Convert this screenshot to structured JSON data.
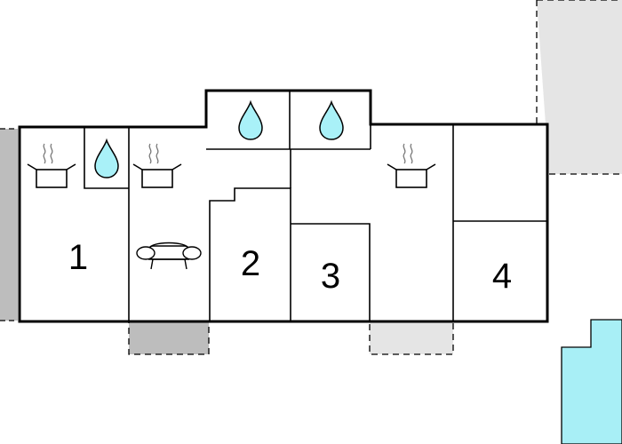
{
  "floorplan": {
    "rooms": [
      {
        "id": "room-1",
        "label": "1"
      },
      {
        "id": "room-2",
        "label": "2"
      },
      {
        "id": "room-3",
        "label": "3"
      },
      {
        "id": "room-4",
        "label": "4"
      }
    ],
    "icons": [
      {
        "name": "kitchen-pot-icon",
        "room": "room-1"
      },
      {
        "name": "bathroom-water-drop-icon",
        "room": "room-1"
      },
      {
        "name": "kitchen-pot-icon",
        "room": "living-area"
      },
      {
        "name": "sofa-icon",
        "room": "living-area"
      },
      {
        "name": "bathroom-water-drop-icon",
        "room": "upper-bath-left"
      },
      {
        "name": "bathroom-water-drop-icon",
        "room": "upper-bath-right"
      },
      {
        "name": "kitchen-pot-icon",
        "room": "right-area"
      }
    ],
    "colors": {
      "wall": "#000000",
      "water_drop": "#a9f1f8",
      "terrace_dark": "#bdbdbd",
      "terrace_light": "#e5e5e5",
      "pool": "#a8eff6",
      "left_strip": "#bdbdbd"
    }
  }
}
